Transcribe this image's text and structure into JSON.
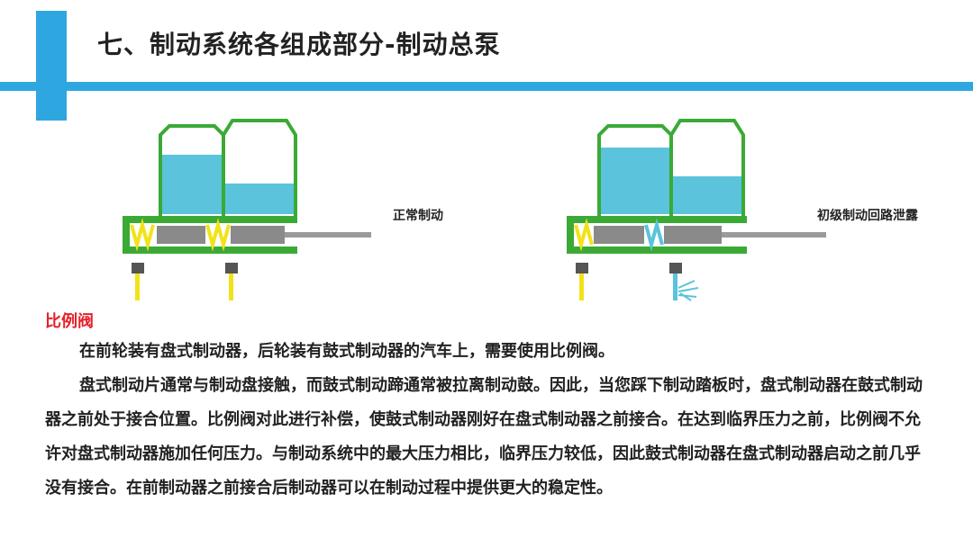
{
  "header": {
    "title": "七、制动系统各组成部分-制动总泵"
  },
  "figures": [
    {
      "label": "正常制动"
    },
    {
      "label": "初级制动回路泄露"
    }
  ],
  "section": {
    "heading": "比例阀",
    "paragraphs": [
      "在前轮装有盘式制动器，后轮装有鼓式制动器的汽车上，需要使用比例阀。",
      "盘式制动片通常与制动盘接触，而鼓式制动蹄通常被拉离制动鼓。因此，当您踩下制动踏板时，盘式制动器在鼓式制动器之前处于接合位置。比例阀对此进行补偿，使鼓式制动器刚好在盘式制动器之前接合。在达到临界压力之前，比例阀不允许对盘式制动器施加任何压力。与制动系统中的最大压力相比，临界压力较低，因此鼓式制动器在盘式制动器启动之前几乎没有接合。在前制动器之前接合后制动器可以在制动过程中提供更大的稳定性。"
    ]
  },
  "colors": {
    "accent": "#2ea7e0",
    "heading_red": "#e62129",
    "housing_green": "#3aaa35",
    "fluid_blue": "#5bc3dc",
    "spring_yellow": "#f2e21a"
  }
}
